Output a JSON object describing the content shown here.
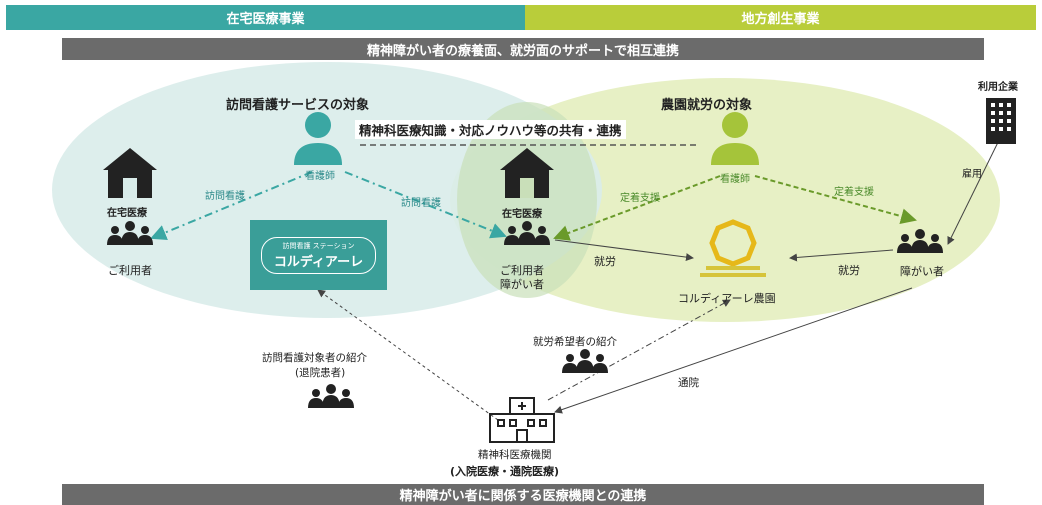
{
  "header": {
    "left": "在宅医療事業",
    "right": "地方創生事業"
  },
  "top_banner": "精神障がい者の療養面、就労面のサポートで相互連携",
  "bottom_banner": "精神障がい者に関係する医療機関との連携",
  "left_circle": {
    "title": "訪問看護サービスの対象"
  },
  "right_circle": {
    "title": "農園就労の対象"
  },
  "share_label": "精神科医療知識・対応ノウハウ等の共有・連携",
  "nurse_left_label": "看護師",
  "nurse_right_label": "看護師",
  "home_left": {
    "label": "在宅医療",
    "users": "ご利用者"
  },
  "home_center": {
    "label": "在宅医療",
    "users_line1": "ご利用者",
    "users_line2": "障がい者"
  },
  "visit_left": "訪問看護",
  "visit_right": "訪問看護",
  "support_left": "定着支援",
  "support_right": "定着支援",
  "station": {
    "small": "訪問看護 ステーション",
    "name": "コルディアーレ"
  },
  "farm_label": "コルディアーレ農園",
  "work_left": "就労",
  "work_right": "就労",
  "company": {
    "label": "利用企業",
    "hire": "雇用"
  },
  "disabled_label": "障がい者",
  "referral_left_line1": "訪問看護対象者の紹介",
  "referral_left_line2": "(退院患者)",
  "referral_center": "就労希望者の紹介",
  "commute": "通院",
  "hospital": {
    "line1": "精神科医療機関",
    "line2": "(入院医療・通院医療)"
  },
  "colors": {
    "teal": "#3aa7a3",
    "green": "#b9cd3a",
    "gray": "#6b6b6b",
    "teal_circle": "#d9ecea",
    "green_circle": "#e6efc2"
  }
}
